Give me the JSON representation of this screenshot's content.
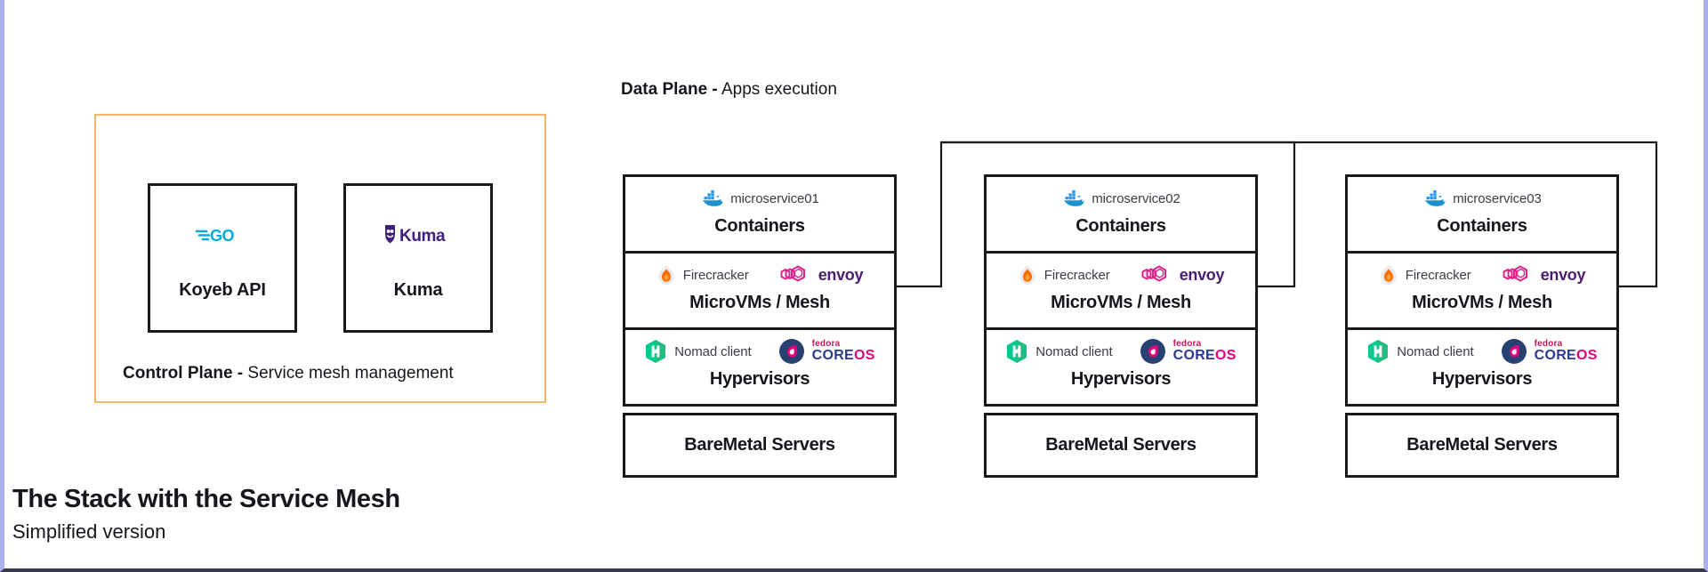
{
  "title": {
    "main": "The Stack with the Service Mesh",
    "subtitle": "Simplified version"
  },
  "control_plane": {
    "caption_bold": "Control Plane -",
    "caption_rest": " Service mesh management",
    "border_color": "#f6b56a",
    "boxes": [
      {
        "label": "Koyeb API",
        "logo": "go-logo",
        "logo_color": "#00ADD8"
      },
      {
        "label": "Kuma",
        "logo": "kuma-logo",
        "logo_color": "#40207a",
        "logo_text": "Kuma"
      }
    ]
  },
  "data_plane": {
    "header_bold": "Data Plane -",
    "header_rest": " Apps execution",
    "stacks": [
      {
        "layers": [
          {
            "title": "Containers",
            "icons": [
              {
                "icon": "docker-icon",
                "text": "microservice01",
                "color": "#2496ED"
              }
            ]
          },
          {
            "title": "MicroVMs / Mesh",
            "icons": [
              {
                "icon": "firecracker-icon",
                "text": "Firecracker",
                "color": "#ff6a00"
              },
              {
                "icon": "envoy-icon",
                "text": "envoy",
                "color": "#e0218a"
              }
            ]
          },
          {
            "title": "Hypervisors",
            "icons": [
              {
                "icon": "nomad-icon",
                "text": "Nomad client",
                "color": "#00ca8e"
              },
              {
                "icon": "fedora-coreos-icon",
                "text": "fedora COREOS",
                "color": "#294172"
              }
            ]
          },
          {
            "title": "BareMetal Servers",
            "icons": []
          }
        ]
      },
      {
        "layers": [
          {
            "title": "Containers",
            "icons": [
              {
                "icon": "docker-icon",
                "text": "microservice02",
                "color": "#2496ED"
              }
            ]
          },
          {
            "title": "MicroVMs / Mesh",
            "icons": [
              {
                "icon": "firecracker-icon",
                "text": "Firecracker",
                "color": "#ff6a00"
              },
              {
                "icon": "envoy-icon",
                "text": "envoy",
                "color": "#e0218a"
              }
            ]
          },
          {
            "title": "Hypervisors",
            "icons": [
              {
                "icon": "nomad-icon",
                "text": "Nomad client",
                "color": "#00ca8e"
              },
              {
                "icon": "fedora-coreos-icon",
                "text": "fedora COREOS",
                "color": "#294172"
              }
            ]
          },
          {
            "title": "BareMetal Servers",
            "icons": []
          }
        ]
      },
      {
        "layers": [
          {
            "title": "Containers",
            "icons": [
              {
                "icon": "docker-icon",
                "text": "microservice03",
                "color": "#2496ED"
              }
            ]
          },
          {
            "title": "MicroVMs / Mesh",
            "icons": [
              {
                "icon": "firecracker-icon",
                "text": "Firecracker",
                "color": "#ff6a00"
              },
              {
                "icon": "envoy-icon",
                "text": "envoy",
                "color": "#e0218a"
              }
            ]
          },
          {
            "title": "Hypervisors",
            "icons": [
              {
                "icon": "nomad-icon",
                "text": "Nomad client",
                "color": "#00ca8e"
              },
              {
                "icon": "fedora-coreos-icon",
                "text": "fedora COREOS",
                "color": "#294172"
              }
            ]
          },
          {
            "title": "BareMetal Servers",
            "icons": []
          }
        ]
      }
    ]
  },
  "theme": {
    "frame_color": "#aab0f0",
    "line_color": "#1a1a1a",
    "text_color": "#16161d"
  }
}
